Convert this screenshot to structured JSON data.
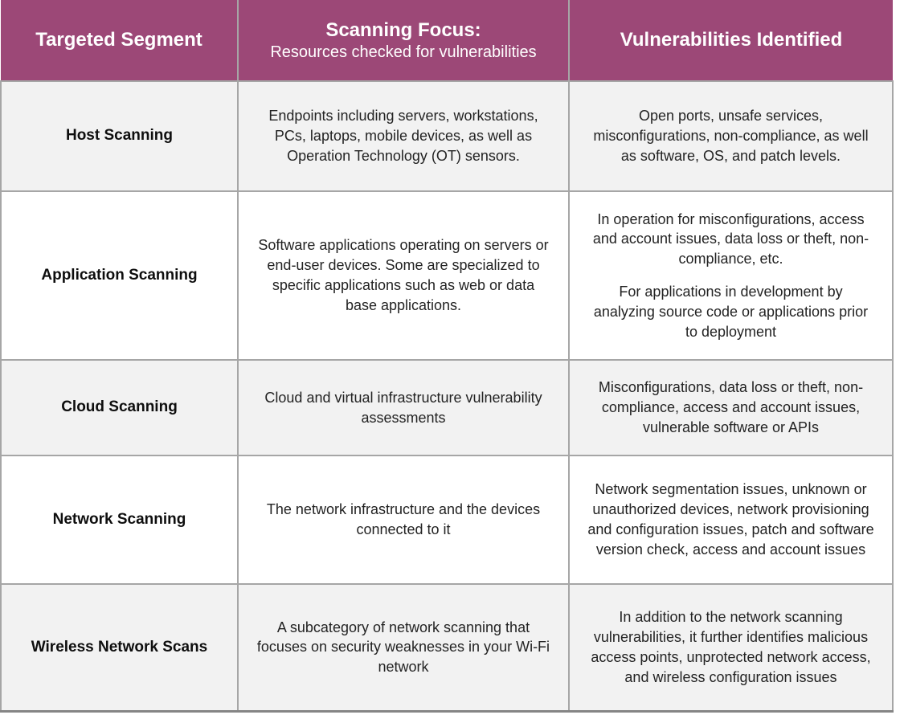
{
  "style": {
    "accent_color": "#9c4877",
    "alt_row_color": "#f2f2f2",
    "row_color": "#ffffff",
    "border_color": "#a6a6a6",
    "header_text_color": "#ffffff",
    "body_text_color": "#232323"
  },
  "chart_data": {
    "type": "table",
    "columns": [
      {
        "label": "Targeted Segment"
      },
      {
        "title": "Scanning Focus:",
        "subtitle": "Resources checked for vulnerabilities"
      },
      {
        "label": "Vulnerabilities Identified"
      }
    ],
    "rows": [
      {
        "segment": "Host Scanning",
        "focus_paragraphs": [
          "Endpoints including servers, workstations, PCs, laptops, mobile devices, as well as Operation Technology (OT) sensors."
        ],
        "vulnerability_paragraphs": [
          "Open ports, unsafe services, misconfigurations, non-compliance, as well as software, OS, and patch levels."
        ]
      },
      {
        "segment": "Application Scanning",
        "focus_paragraphs": [
          "Software applications operating on servers or end-user devices. Some are specialized to specific applications such as web or data base applications."
        ],
        "vulnerability_paragraphs": [
          "In operation for misconfigurations, access and account issues, data loss or theft, non-compliance, etc.",
          "For applications in development by analyzing source code or applications prior to deployment"
        ]
      },
      {
        "segment": "Cloud Scanning",
        "focus_paragraphs": [
          "Cloud and virtual infrastructure vulnerability assessments"
        ],
        "vulnerability_paragraphs": [
          "Misconfigurations, data loss or theft, non-compliance, access and account issues, vulnerable software or APIs"
        ]
      },
      {
        "segment": "Network Scanning",
        "focus_paragraphs": [
          "The network infrastructure and the devices connected to it"
        ],
        "vulnerability_paragraphs": [
          "Network segmentation issues, unknown or unauthorized devices, network provisioning and configuration issues, patch and software version check, access and account issues"
        ]
      },
      {
        "segment": "Wireless Network Scans",
        "focus_paragraphs": [
          "A subcategory of network scanning that focuses on security weaknesses in your Wi-Fi network"
        ],
        "vulnerability_paragraphs": [
          "In addition to the network scanning vulnerabilities, it further identifies malicious access points, unprotected network access, and wireless configuration issues"
        ]
      }
    ]
  }
}
